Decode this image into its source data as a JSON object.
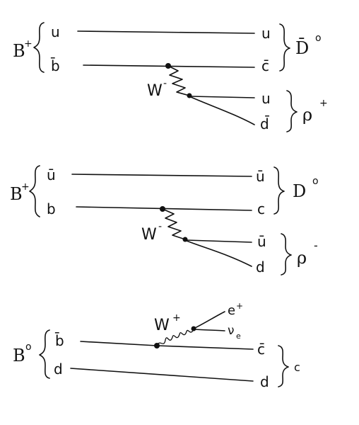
{
  "diagrams": [
    {
      "meson_in": "B",
      "meson_in_charge": "+",
      "quarks_in": [
        "u",
        "b̄"
      ],
      "quarks_out": [
        "u",
        "c̄"
      ],
      "meson_out": "D̄",
      "meson_out_charge": "o",
      "boson": "W",
      "boson_charge": "-",
      "products": [
        "u",
        "d̄"
      ],
      "product_meson": "ρ",
      "product_meson_charge": "+"
    },
    {
      "meson_in": "B",
      "meson_in_charge": "+",
      "quarks_in": [
        "ū",
        "b"
      ],
      "quarks_out": [
        "ū",
        "c"
      ],
      "meson_out": "D",
      "meson_out_charge": "o",
      "boson": "W",
      "boson_charge": "-",
      "products": [
        "ū",
        "d"
      ],
      "product_meson": "ρ",
      "product_meson_charge": "-"
    },
    {
      "meson_in": "B",
      "meson_in_charge": "o",
      "quarks_in": [
        "b̄",
        "d"
      ],
      "quarks_out": [
        "c̄",
        "d"
      ],
      "meson_out": "",
      "meson_out_charge": "",
      "out_label": "c",
      "boson": "W",
      "boson_charge": "+",
      "products": [
        "e",
        "ν"
      ],
      "product_charges": [
        "+",
        "e"
      ]
    }
  ]
}
